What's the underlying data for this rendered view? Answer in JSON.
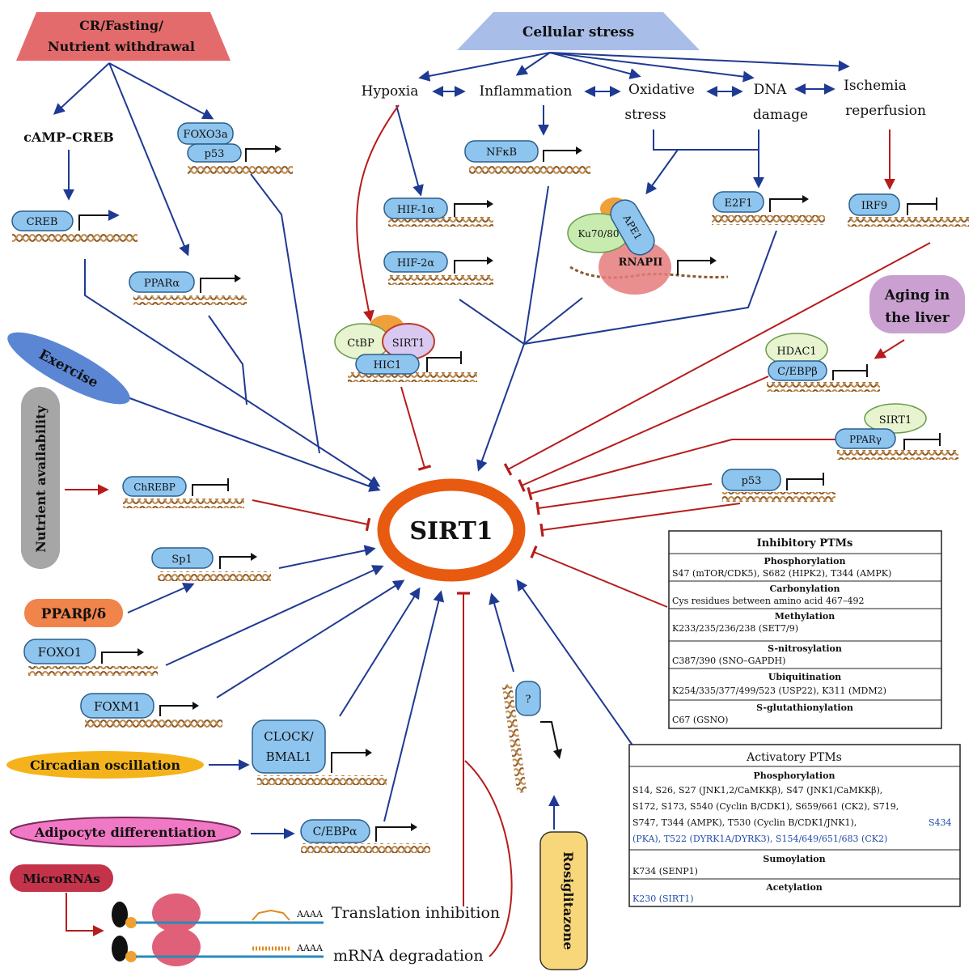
{
  "center": {
    "label": "SIRT1"
  },
  "triggers": {
    "cr_fasting": [
      "CR/Fasting/",
      "Nutrient withdrawal"
    ],
    "cellular_stress": "Cellular stress",
    "aging_liver": [
      "Aging in",
      "the liver"
    ],
    "exercise": "Exercise",
    "nutrient_availability": "Nutrient availability",
    "ppar_bd": "PPARβ/δ",
    "circadian": "Circadian oscillation",
    "adipocyte": "Adipocyte differentiation",
    "micrornas": "MicroRNAs",
    "rosiglitazone": "Rosiglitazone"
  },
  "stress_types": {
    "hypoxia": "Hypoxia",
    "inflammation": "Inflammation",
    "oxidative": [
      "Oxidative",
      "stress"
    ],
    "dna_damage": [
      "DNA",
      "damage"
    ],
    "ischemia": [
      "Ischemia",
      "reperfusion"
    ]
  },
  "factors": {
    "camp_creb": "cAMP–CREB",
    "creb": "CREB",
    "foxo3a": "FOXO3a",
    "p53_top": "p53",
    "ppara": "PPARα",
    "hif1a": "HIF-1α",
    "hif2a": "HIF-2α",
    "nfkb": "NFκB",
    "ape1": "APE1",
    "ku7080": "Ku70/80",
    "rnapii": "RNAPII",
    "e2f1": "E2F1",
    "irf9": "IRF9",
    "ctbp": "CtBP",
    "sirt1_small": "SIRT1",
    "hic1": "HIC1",
    "hdac1": "HDAC1",
    "cebpb": "C/EBPβ",
    "sirt1_pparg": "SIRT1",
    "pparg": "PPARγ",
    "p53_right": "p53",
    "chrebp": "ChREBP",
    "sp1": "Sp1",
    "foxo1": "FOXO1",
    "foxm1": "FOXM1",
    "clock": [
      "CLOCK/",
      "BMAL1"
    ],
    "cebpa": "C/EBPα",
    "unknown": "?"
  },
  "mirna": {
    "aaaa": "AAAA",
    "translation": "Translation inhibition",
    "degradation": "mRNA degradation"
  },
  "inhibitory_ptms": {
    "title": "Inhibitory PTMs",
    "sections": [
      {
        "name": "Phosphorylation",
        "lines": [
          "S47 (mTOR/CDK5), S682 (HIPK2), T344 (AMPK)"
        ]
      },
      {
        "name": "Carbonylation",
        "lines": [
          "Cys residues between amino acid 467–492"
        ]
      },
      {
        "name": "Methylation",
        "lines": [
          "K233/235/236/238 (SET7/9)"
        ]
      },
      {
        "name": "S-nitrosylation",
        "lines": [
          "C387/390 (SNO–GAPDH)"
        ]
      },
      {
        "name": "Ubiquitination",
        "lines": [
          "K254/335/377/499/523 (USP22), K311 (MDM2)"
        ]
      },
      {
        "name": "S-glutathionylation",
        "lines": [
          "C67 (GSNO)"
        ]
      }
    ]
  },
  "activatory_ptms": {
    "title": "Activatory PTMs",
    "phos_name": "Phosphorylation",
    "phos_lines": [
      "S14, S26, S27 (JNK1,2/CaMKKβ), S47 (JNK1/CaMKKβ),",
      "S172, S173, S540 (Cyclin B/CDK1), S659/661 (CK2), S719,",
      "S747, T344 (AMPK), T530 (Cyclin B/CDK1/JNK1),"
    ],
    "phos_blue_tail": "S434",
    "phos_line4_blue": "(PKA), T522 (DYRK1A/DYRK3), S154/649/651/683 (CK2)",
    "sumo_name": "Sumoylation",
    "sumo_line": "K734 (SENP1)",
    "acet_name": "Acetylation",
    "acet_line": "K230 (SIRT1)"
  },
  "colors": {
    "activation": "#1f3a93",
    "inhibition": "#b71c1c",
    "factor_fill": "#8ec5ee",
    "factor_stroke": "#2c5e8c",
    "sirt1_ring": "#e85a0f",
    "dna": "#8b5a2b"
  }
}
